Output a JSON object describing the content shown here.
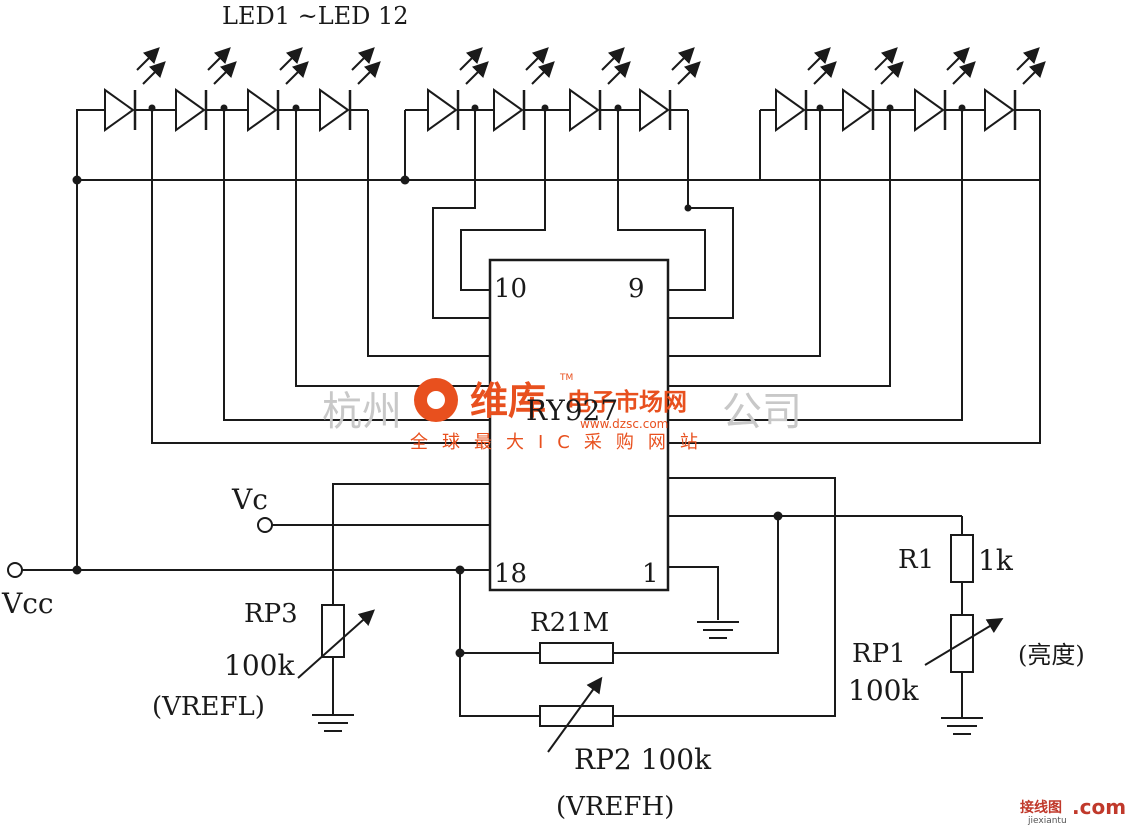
{
  "title": "LED1 ~LED 12",
  "ic": {
    "name": "RY927",
    "pin10": "10",
    "pin9": "9",
    "pin18": "18",
    "pin1": "1"
  },
  "labels": {
    "vc": "Vc",
    "vcc": "Vcc",
    "rp3": "RP3",
    "rp3_value": "100k",
    "vrefl": "(VREFL)",
    "r2": "R21M",
    "rp2": "RP2 100k",
    "vrefh": "(VREFH)",
    "r1": "R1",
    "r1_value": "1k",
    "rp1": "RP1",
    "rp1_value": "100k",
    "brightness": "(亮度)"
  },
  "watermark": {
    "company_bg": "杭州",
    "company_bg2": "公司",
    "brand": "维库",
    "brand_cn": "电子市场网",
    "url": "www.dzsc.com",
    "slogan": "全球最大IC采购网站",
    "tm": "TM",
    "color": "#e8501e"
  },
  "corner_logo": {
    "text": "接线图",
    "domain": ".com",
    "sub": "jiexiantu"
  }
}
